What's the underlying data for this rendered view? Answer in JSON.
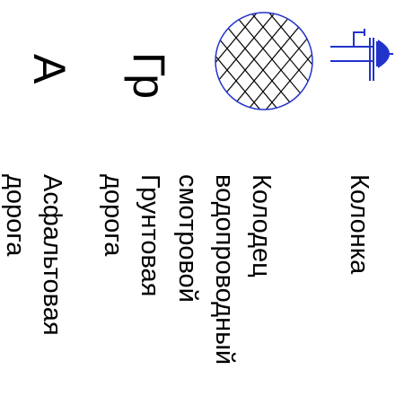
{
  "legend": {
    "items": [
      {
        "key": "column",
        "label_lines": [
          "Колонка"
        ],
        "symbol": "water-column-icon",
        "symbol_color": "#2233cc"
      },
      {
        "key": "well",
        "label_lines": [
          "Колодец",
          "водопроводный",
          "смотровой"
        ],
        "symbol": "hatched-circle-icon",
        "symbol_color": "#2233cc"
      },
      {
        "key": "dirt-road",
        "label_lines": [
          "Грунтовая",
          "дорога"
        ],
        "symbol": "letters",
        "symbol_text": "Гр"
      },
      {
        "key": "asphalt-road",
        "label_lines": [
          "Асфальтовая",
          "дорога"
        ],
        "symbol": "letters",
        "symbol_text": "А"
      }
    ]
  }
}
